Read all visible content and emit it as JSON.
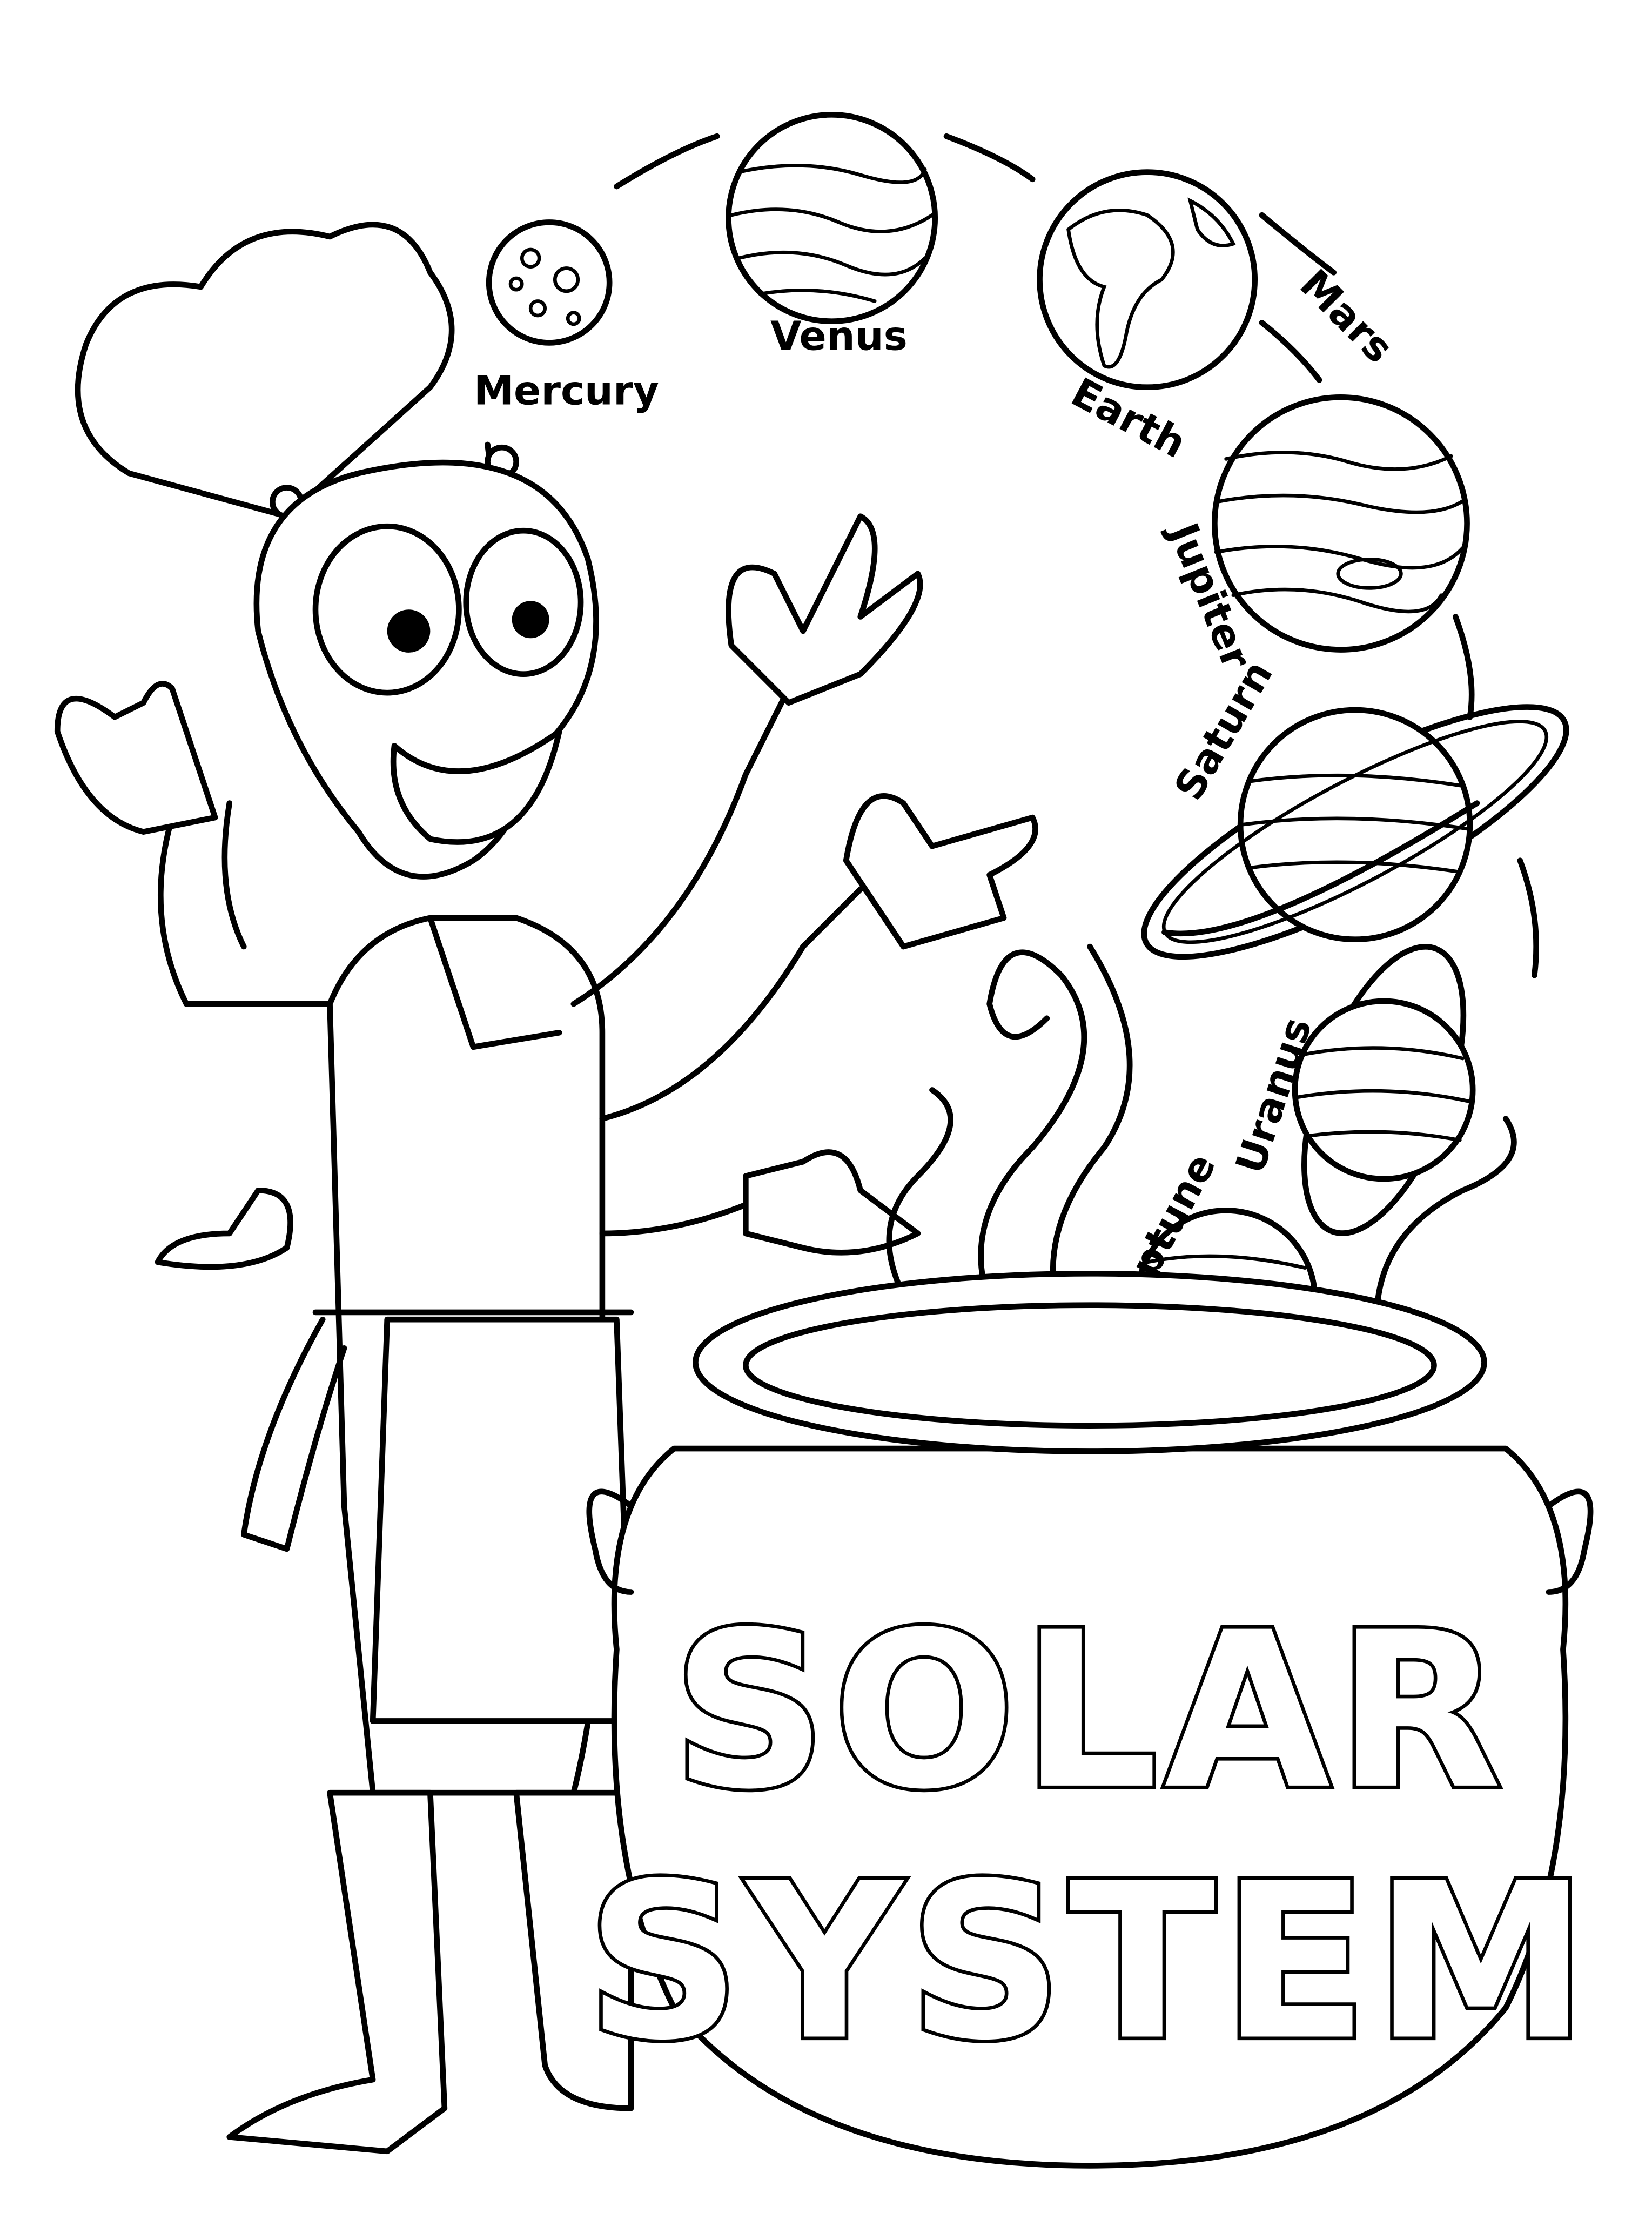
{
  "planets": [
    {
      "name": "Mercury"
    },
    {
      "name": "Venus"
    },
    {
      "name": "Earth"
    },
    {
      "name": "Mars"
    },
    {
      "name": "Jupiter"
    },
    {
      "name": "Saturn"
    },
    {
      "name": "Uranus"
    },
    {
      "name": "Neptune"
    }
  ],
  "title": {
    "line1": "SOLAR",
    "line2": "SYSTEM"
  },
  "colors": {
    "ink": "#000000",
    "paper": "#ffffff"
  }
}
